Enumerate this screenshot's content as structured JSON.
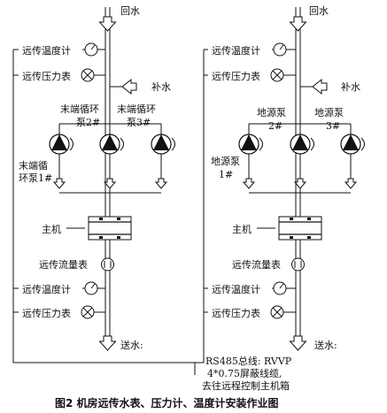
{
  "left": {
    "return_label": "回水",
    "temp_gauge_top": "远传温度计",
    "pressure_gauge_top": "远传压力表",
    "makeup_label": "补水",
    "pump2_label_line1": "末端循环",
    "pump2_label_line2": "泵2#",
    "pump3_label_line1": "末端循环",
    "pump3_label_line2": "泵3#",
    "pump1_label_line1": "末端循",
    "pump1_label_line2": "环泵1#",
    "chiller_label": "主机",
    "flowmeter_label": "远传流量表",
    "temp_gauge_bottom": "远传温度计",
    "pressure_gauge_bottom": "远传压力表",
    "supply_label": "送水:"
  },
  "right": {
    "return_label": "回水",
    "temp_gauge_top": "远传温度计",
    "pressure_gauge_top": "远传压力表",
    "makeup_label": "补水",
    "pump2_label_line1": "地源泵",
    "pump2_label_line2": "2#",
    "pump3_label_line1": "地源泵",
    "pump3_label_line2": "3#",
    "pump1_label_line1": "地源泵",
    "pump1_label_line2": "1#",
    "chiller_label": "主机",
    "flowmeter_label": "远传流量表",
    "temp_gauge_bottom": "远传温度计",
    "pressure_gauge_bottom": "远传压力表",
    "supply_label": "送水:"
  },
  "bus_note": {
    "line1": "RS485总线: RVVP",
    "line2": "4*0.75屏蔽线缆,",
    "line3": "去往远程控制主机箱"
  },
  "caption": "图2   机房远传水表、压力计、温度计安装作业图"
}
